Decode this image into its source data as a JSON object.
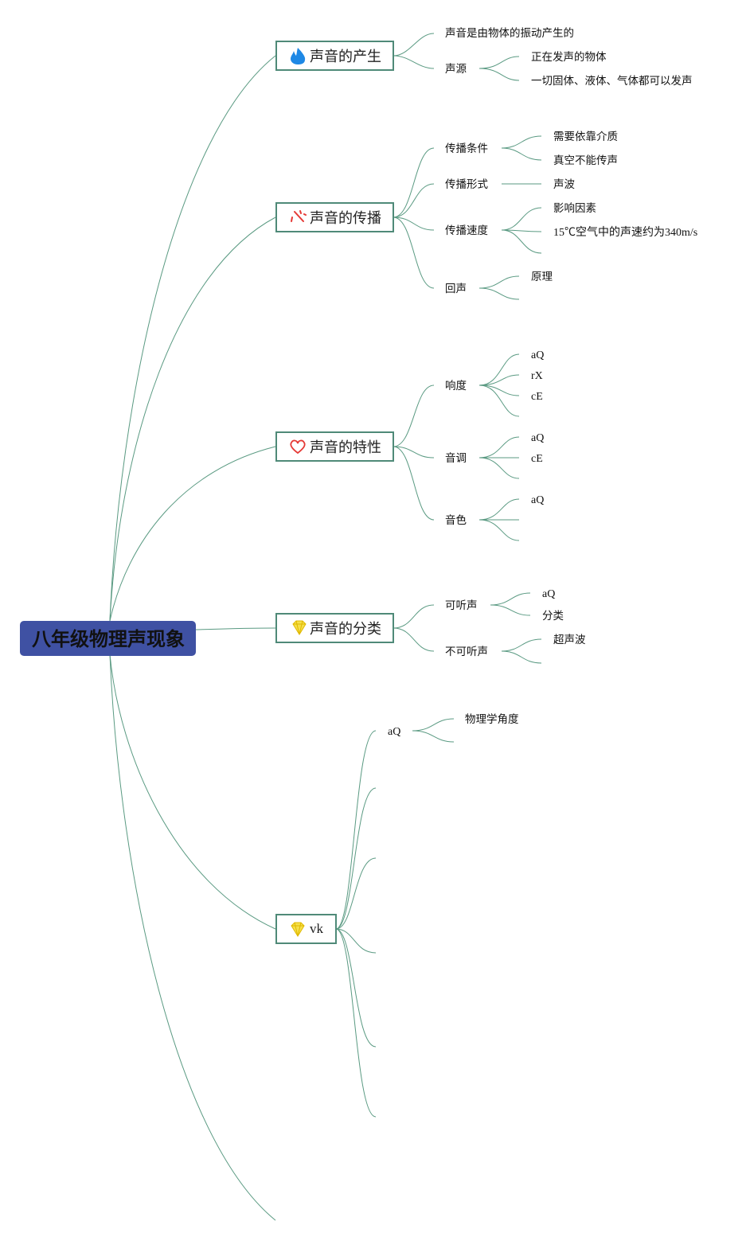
{
  "root": {
    "label": "八年级物理声现象"
  },
  "branches": [
    {
      "label": "声音的产生",
      "icon": "flame-icon",
      "icon_color": "#1e88e5",
      "children": [
        {
          "label": "声音是由物体的振动产生的",
          "children": []
        },
        {
          "label": "声源",
          "children": [
            {
              "label": "正在发声的物体"
            },
            {
              "label": "一切固体、液体、气体都可以发声"
            }
          ]
        }
      ]
    },
    {
      "label": "声音的传播",
      "icon": "sparkle-icon",
      "icon_color": "#e53935",
      "children": [
        {
          "label": "传播条件",
          "children": [
            {
              "label": "需要依靠介质"
            },
            {
              "label": "真空不能传声"
            }
          ]
        },
        {
          "label": "传播形式",
          "children": [
            {
              "label": "声波"
            }
          ]
        },
        {
          "label": "传播速度",
          "children": [
            {
              "label": "影响因素"
            },
            {
              "label": "15℃空气中的声速约为340m/s"
            },
            {
              "label": ""
            }
          ]
        },
        {
          "label": "回声",
          "children": [
            {
              "label": "原理"
            },
            {
              "label": ""
            }
          ]
        }
      ]
    },
    {
      "label": "声音的特性",
      "icon": "heart-icon",
      "icon_color": "#e53935",
      "children": [
        {
          "label": "响度",
          "children": [
            {
              "label": "aQ"
            },
            {
              "label": "rX"
            },
            {
              "label": "cE"
            },
            {
              "label": ""
            }
          ]
        },
        {
          "label": "音调",
          "children": [
            {
              "label": "aQ"
            },
            {
              "label": "cE"
            },
            {
              "label": ""
            }
          ]
        },
        {
          "label": "音色",
          "children": [
            {
              "label": "aQ"
            },
            {
              "label": ""
            },
            {
              "label": ""
            }
          ]
        }
      ]
    },
    {
      "label": "声音的分类",
      "icon": "diamond-icon",
      "icon_color": "#f2d21a",
      "children": [
        {
          "label": "可听声",
          "children": [
            {
              "label": "aQ"
            },
            {
              "label": "分类"
            }
          ]
        },
        {
          "label": "不可听声",
          "children": [
            {
              "label": "超声波"
            },
            {
              "label": ""
            }
          ]
        }
      ]
    },
    {
      "label": "vk",
      "icon": "diamond-icon",
      "icon_color": "#f2d21a",
      "children": [
        {
          "label": "aQ",
          "children": [
            {
              "label": "物理学角度"
            },
            {
              "label": ""
            }
          ]
        },
        {
          "label": "",
          "children": []
        },
        {
          "label": "",
          "children": []
        },
        {
          "label": "",
          "children": []
        },
        {
          "label": "",
          "children": []
        },
        {
          "label": "",
          "children": []
        }
      ]
    }
  ],
  "colors": {
    "edge": "#5a9a82",
    "root_fill": "#3f51a3",
    "branch_border": "#4f8a78"
  }
}
